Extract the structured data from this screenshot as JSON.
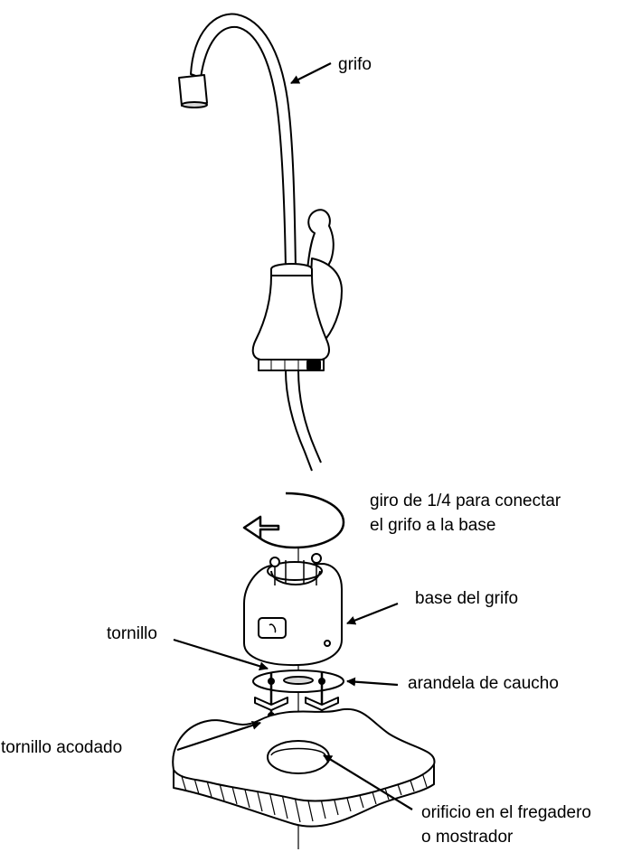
{
  "labels": {
    "faucet": "grifo",
    "twist_line1": "giro de 1/4 para conectar",
    "twist_line2": "el grifo a la base",
    "faucet_base": "base del grifo",
    "screw": "tornillo",
    "rubber_washer": "arandela de caucho",
    "toggle_bolt": "tornillo acodado",
    "hole_line1": "orificio en el fregadero",
    "hole_line2": "o mostrador"
  },
  "colors": {
    "line": "#000000",
    "fill": "#ffffff",
    "shade": "#d9d9d9"
  }
}
